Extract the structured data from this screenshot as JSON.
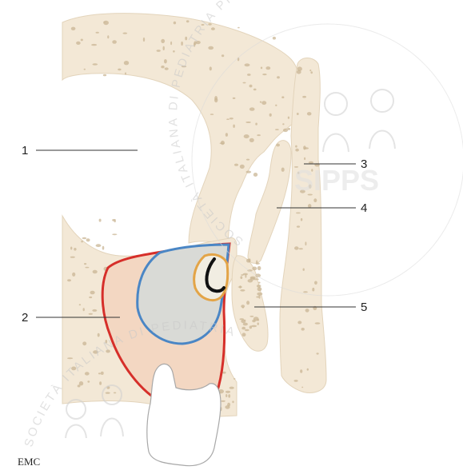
{
  "diagram": {
    "labels": [
      {
        "id": "1",
        "text": "1"
      },
      {
        "id": "2",
        "text": "2"
      },
      {
        "id": "3",
        "text": "3"
      },
      {
        "id": "4",
        "text": "4"
      },
      {
        "id": "5",
        "text": "5"
      }
    ],
    "publisher_mark": "EMC",
    "watermark": {
      "circle_text_top": "SOCIETÀ ITALIANA DI PEDIATRIA PREVENTIVA E SOCIALE",
      "circle_text_bottom": "SOCIETÀ ITALIANA DI PEDIATRIA",
      "acronym": "SIPPS"
    },
    "colors": {
      "bone": "#f3e8d6",
      "bone_pores": "#c9b594",
      "outline_red": "#d62f2a",
      "outline_blue": "#4a86c5",
      "crown_orange": "#e3a447",
      "tooth_gray": "#dedede",
      "tooth_white": "#ffffff",
      "watermark": "#bdbdbd"
    }
  }
}
